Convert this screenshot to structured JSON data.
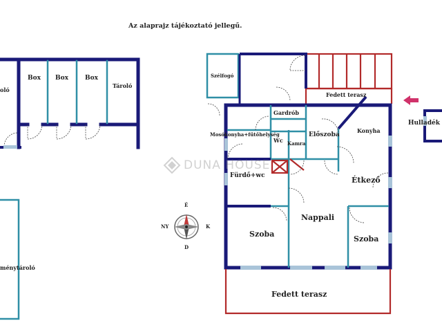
{
  "note": "Az alaprajz tájékoztató jellegű.",
  "watermark": "DUNA HOUSE",
  "compass": {
    "north": "É",
    "south": "D",
    "west": "NY",
    "east": "K"
  },
  "colors": {
    "wall": "#1a1a78",
    "thin_wall": "#2f8fa6",
    "terrace": "#b22a2a",
    "arrow": "#d0326a",
    "window": "#a9c4d9"
  },
  "rooms": {
    "box1": "Box",
    "box2": "Box",
    "box3": "Box",
    "storage_top": "Tároló",
    "storage_left_partial": "oló",
    "storage_bottom_partial": "ménytároló",
    "entrance": "Szélfogó",
    "covered_terrace_top": "Fedett terasz",
    "wardrobe": "Gardrób",
    "laundry": "Mosókonyha+fűtőhelység",
    "wc": "Wc",
    "pantry": "Kamra",
    "hall": "Előszoba",
    "kitchen": "Konyha",
    "waste": "Hulladék",
    "bathroom": "Fürdő+wc",
    "dining": "Étkező",
    "living": "Nappali",
    "room_left": "Szoba",
    "room_right": "Szoba",
    "covered_terrace_bottom": "Fedett terasz"
  }
}
